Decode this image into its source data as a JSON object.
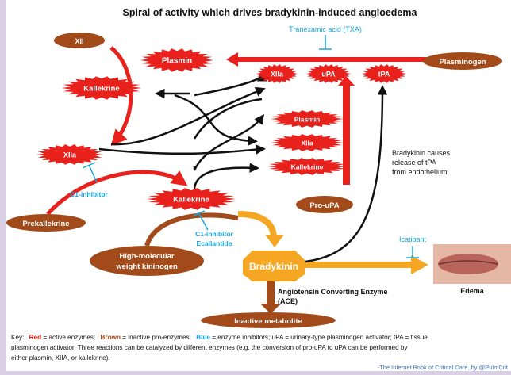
{
  "title": "Spiral of activity which drives bradykinin-induced angioedema",
  "txa_label": "Tranexamic acid (TXA)",
  "nodes": {
    "xii": "XII",
    "plasmin_top": "Plasmin",
    "kallekrine_left": "Kallekrine",
    "xiia_upper": "XIIa",
    "upa": "uPA",
    "tpa": "tPA",
    "plasminogen": "Plasminogen",
    "plasmin_mid": "Plasmin",
    "xiia_mid": "XIIa",
    "kallekrine_mid": "Kallekrine",
    "xiia_left": "XIIa",
    "kallekrine_center": "Kallekrine",
    "prekallekrine": "Prekallekrine",
    "hmwk_line1": "High-molecular",
    "hmwk_line2": "weight kininogen",
    "pro_upa": "Pro-uPA",
    "bradykinin": "Bradykinin",
    "inactive_metabolite": "Inactive metabolite"
  },
  "labels": {
    "c1_inhibitor": "C1-inhibitor",
    "c1_inhibitor_2": "C1-inhibitor",
    "ecallantide": "Ecallantide",
    "icatibant": "Icatibant",
    "ace_line1": "Angiotensin Converting Enzyme",
    "ace_line2": "(ACE)",
    "bradykinin_note_1": "Bradykinin causes",
    "bradykinin_note_2": "release of tPA",
    "bradykinin_note_3": "from endothelium",
    "edema": "Edema"
  },
  "key": {
    "prefix": "Key:",
    "red_word": "Red",
    "red_rest": " = active enzymes;",
    "brown_word": "Brown",
    "brown_rest": " = inactive pro-enzymes;",
    "blue_word": "Blue",
    "blue_rest": " = enzyme inhibitors; uPA = urinary-type plasminogen activator; tPA = tissue",
    "line2": "plasminogen activator.  Three reactions can be catalyzed by different enzymes (e.g.  the conversion of pro-uPA to uPA can be performed by",
    "line3": "either plasmin, XIIA, or kallekrine)."
  },
  "credit": "-The Internet Book of Critical Care, by @PulmCrit",
  "colors": {
    "active": "#e8211c",
    "inactive": "#a24a1a",
    "inhibitor": "#1aa3d8",
    "orange": "#f5a623",
    "panel": "#ffffff"
  }
}
